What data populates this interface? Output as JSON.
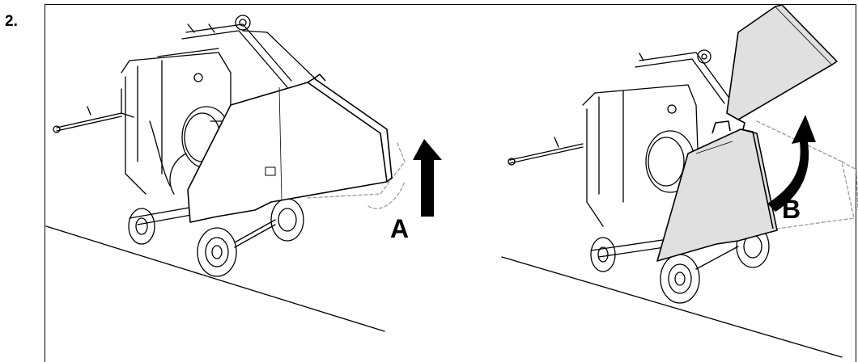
{
  "step": {
    "number": "2."
  },
  "panel_left": {
    "arrow_label": "A"
  },
  "panel_right": {
    "arrow_label": "B"
  },
  "colors": {
    "line": "#000000",
    "ghost": "#9a9a9a",
    "guard_fill": "#e0e0e0",
    "background": "#ffffff"
  },
  "icons": [
    "arrow-up-icon",
    "arrow-curved-up-icon"
  ]
}
